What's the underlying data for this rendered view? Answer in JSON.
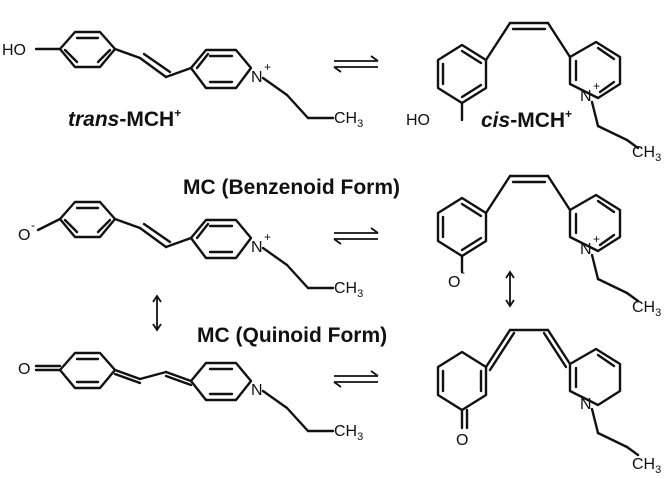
{
  "labels": {
    "trans_prefix": "trans",
    "cis_prefix": "cis",
    "mch_suffix": "-MCH",
    "plus": "+",
    "benzenoid": "MC (Benzenoid Form)",
    "quinoid": "MC (Quinoid Form)"
  },
  "atoms": {
    "ho": "HO",
    "o": "O",
    "o_minus": "-",
    "n": "N",
    "n_plus": "+",
    "ch": "CH",
    "three": "3"
  }
}
